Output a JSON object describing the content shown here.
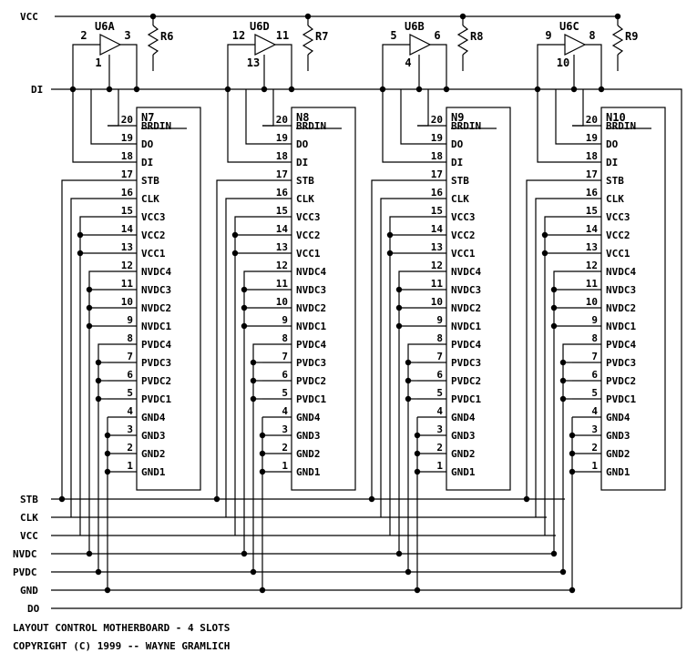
{
  "rails": [
    {
      "label": "VCC"
    },
    {
      "label": "DI"
    },
    {
      "label": "STB"
    },
    {
      "label": "CLK"
    },
    {
      "label": "VCC"
    },
    {
      "label": "NVDC"
    },
    {
      "label": "PVDC"
    },
    {
      "label": "GND"
    },
    {
      "label": "DO"
    }
  ],
  "pins": [
    {
      "num": "20",
      "name": "BRDIN"
    },
    {
      "num": "19",
      "name": "DO"
    },
    {
      "num": "18",
      "name": "DI"
    },
    {
      "num": "17",
      "name": "STB"
    },
    {
      "num": "16",
      "name": "CLK"
    },
    {
      "num": "15",
      "name": "VCC3"
    },
    {
      "num": "14",
      "name": "VCC2"
    },
    {
      "num": "13",
      "name": "VCC1"
    },
    {
      "num": "12",
      "name": "NVDC4"
    },
    {
      "num": "11",
      "name": "NVDC3"
    },
    {
      "num": "10",
      "name": "NVDC2"
    },
    {
      "num": "9",
      "name": "NVDC1"
    },
    {
      "num": "8",
      "name": "PVDC4"
    },
    {
      "num": "7",
      "name": "PVDC3"
    },
    {
      "num": "6",
      "name": "PVDC2"
    },
    {
      "num": "5",
      "name": "PVDC1"
    },
    {
      "num": "4",
      "name": "GND4"
    },
    {
      "num": "3",
      "name": "GND3"
    },
    {
      "num": "2",
      "name": "GND2"
    },
    {
      "num": "1",
      "name": "GND1"
    }
  ],
  "slots": [
    {
      "name": "N7",
      "buffer": "U6A",
      "resistor": "R6",
      "pin_in": "2",
      "pin_out": "3",
      "pin_en": "1"
    },
    {
      "name": "N8",
      "buffer": "U6D",
      "resistor": "R7",
      "pin_in": "12",
      "pin_out": "11",
      "pin_en": "13"
    },
    {
      "name": "N9",
      "buffer": "U6B",
      "resistor": "R8",
      "pin_in": "5",
      "pin_out": "6",
      "pin_en": "4"
    },
    {
      "name": "N10",
      "buffer": "U6C",
      "resistor": "R9",
      "pin_in": "9",
      "pin_out": "8",
      "pin_en": "10"
    }
  ],
  "title_block": {
    "line1": "LAYOUT CONTROL MOTHERBOARD - 4 SLOTS",
    "line2": "COPYRIGHT (C) 1999 -- WAYNE GRAMLICH"
  },
  "colors": {
    "ink": "#000000",
    "paper": "#ffffff"
  }
}
